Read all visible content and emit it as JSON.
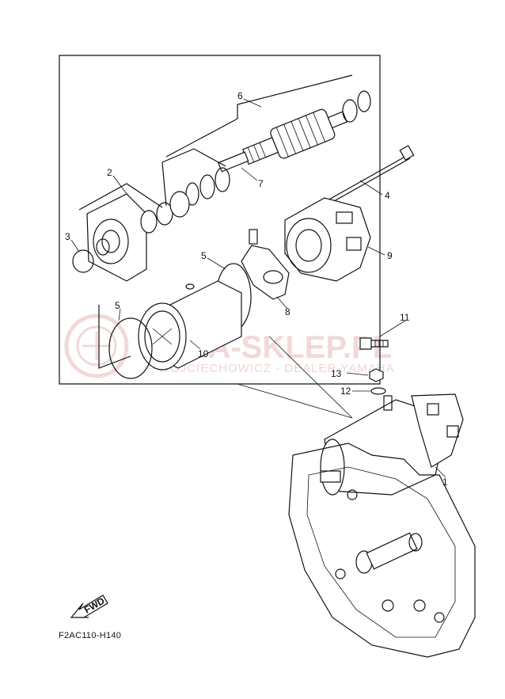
{
  "diagram_code": "F2AC110-H140",
  "watermark": {
    "brand": "JAMA-SKLEP.PL",
    "dealer_line": "WOJCIECHOWICZ - DEALER YAMAHA",
    "color": "#e8b9b9"
  },
  "fwd_label": "FWD",
  "callouts": [
    "1",
    "2",
    "3",
    "4",
    "5",
    "5",
    "6",
    "7",
    "8",
    "9",
    "10",
    "11",
    "12",
    "13"
  ]
}
